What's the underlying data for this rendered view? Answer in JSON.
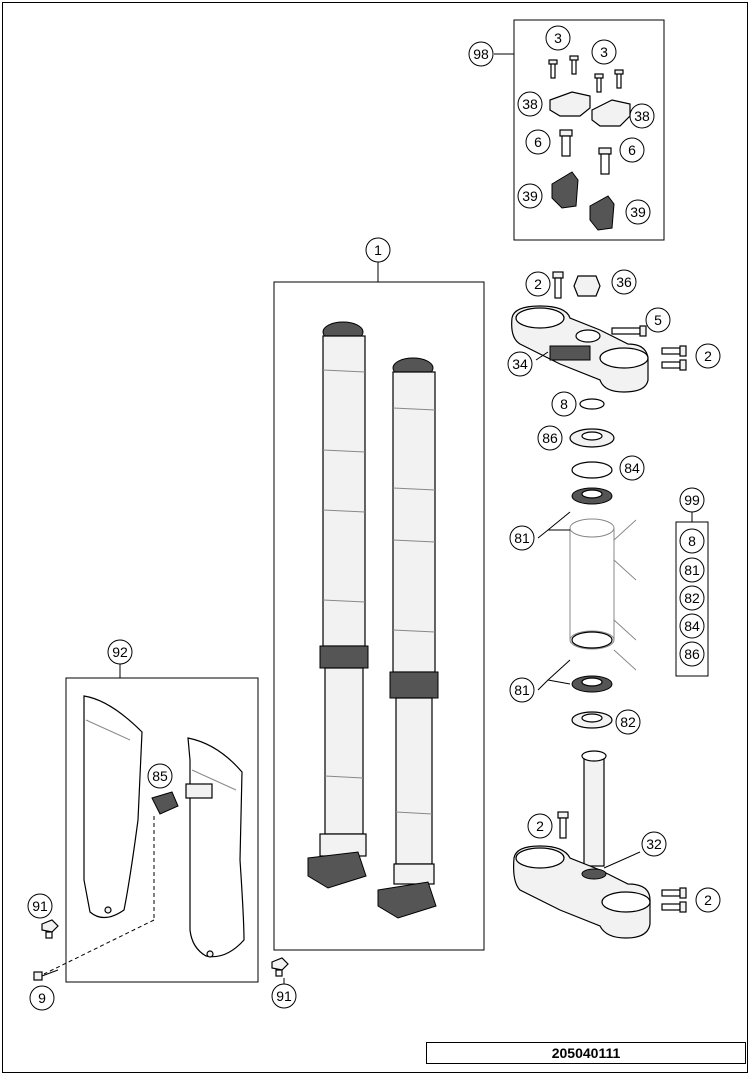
{
  "drawing_number": "205040111",
  "callouts": [
    {
      "id": "c98",
      "label": "98"
    },
    {
      "id": "c3a",
      "label": "3"
    },
    {
      "id": "c3b",
      "label": "3"
    },
    {
      "id": "c38a",
      "label": "38"
    },
    {
      "id": "c38b",
      "label": "38"
    },
    {
      "id": "c6a",
      "label": "6"
    },
    {
      "id": "c6b",
      "label": "6"
    },
    {
      "id": "c39a",
      "label": "39"
    },
    {
      "id": "c39b",
      "label": "39"
    },
    {
      "id": "c1",
      "label": "1"
    },
    {
      "id": "c2a",
      "label": "2"
    },
    {
      "id": "c36",
      "label": "36"
    },
    {
      "id": "c5",
      "label": "5"
    },
    {
      "id": "c2b",
      "label": "2"
    },
    {
      "id": "c34",
      "label": "34"
    },
    {
      "id": "c8",
      "label": "8"
    },
    {
      "id": "c86",
      "label": "86"
    },
    {
      "id": "c84",
      "label": "84"
    },
    {
      "id": "c99",
      "label": "99"
    },
    {
      "id": "c81a",
      "label": "81"
    },
    {
      "id": "c99_8",
      "label": "8"
    },
    {
      "id": "c99_81",
      "label": "81"
    },
    {
      "id": "c99_82",
      "label": "82"
    },
    {
      "id": "c99_84",
      "label": "84"
    },
    {
      "id": "c99_86",
      "label": "86"
    },
    {
      "id": "c81b",
      "label": "81"
    },
    {
      "id": "c82",
      "label": "82"
    },
    {
      "id": "c92",
      "label": "92"
    },
    {
      "id": "c85",
      "label": "85"
    },
    {
      "id": "c2c",
      "label": "2"
    },
    {
      "id": "c32",
      "label": "32"
    },
    {
      "id": "c2d",
      "label": "2"
    },
    {
      "id": "c91a",
      "label": "91"
    },
    {
      "id": "c9",
      "label": "9"
    },
    {
      "id": "c91b",
      "label": "91"
    }
  ]
}
